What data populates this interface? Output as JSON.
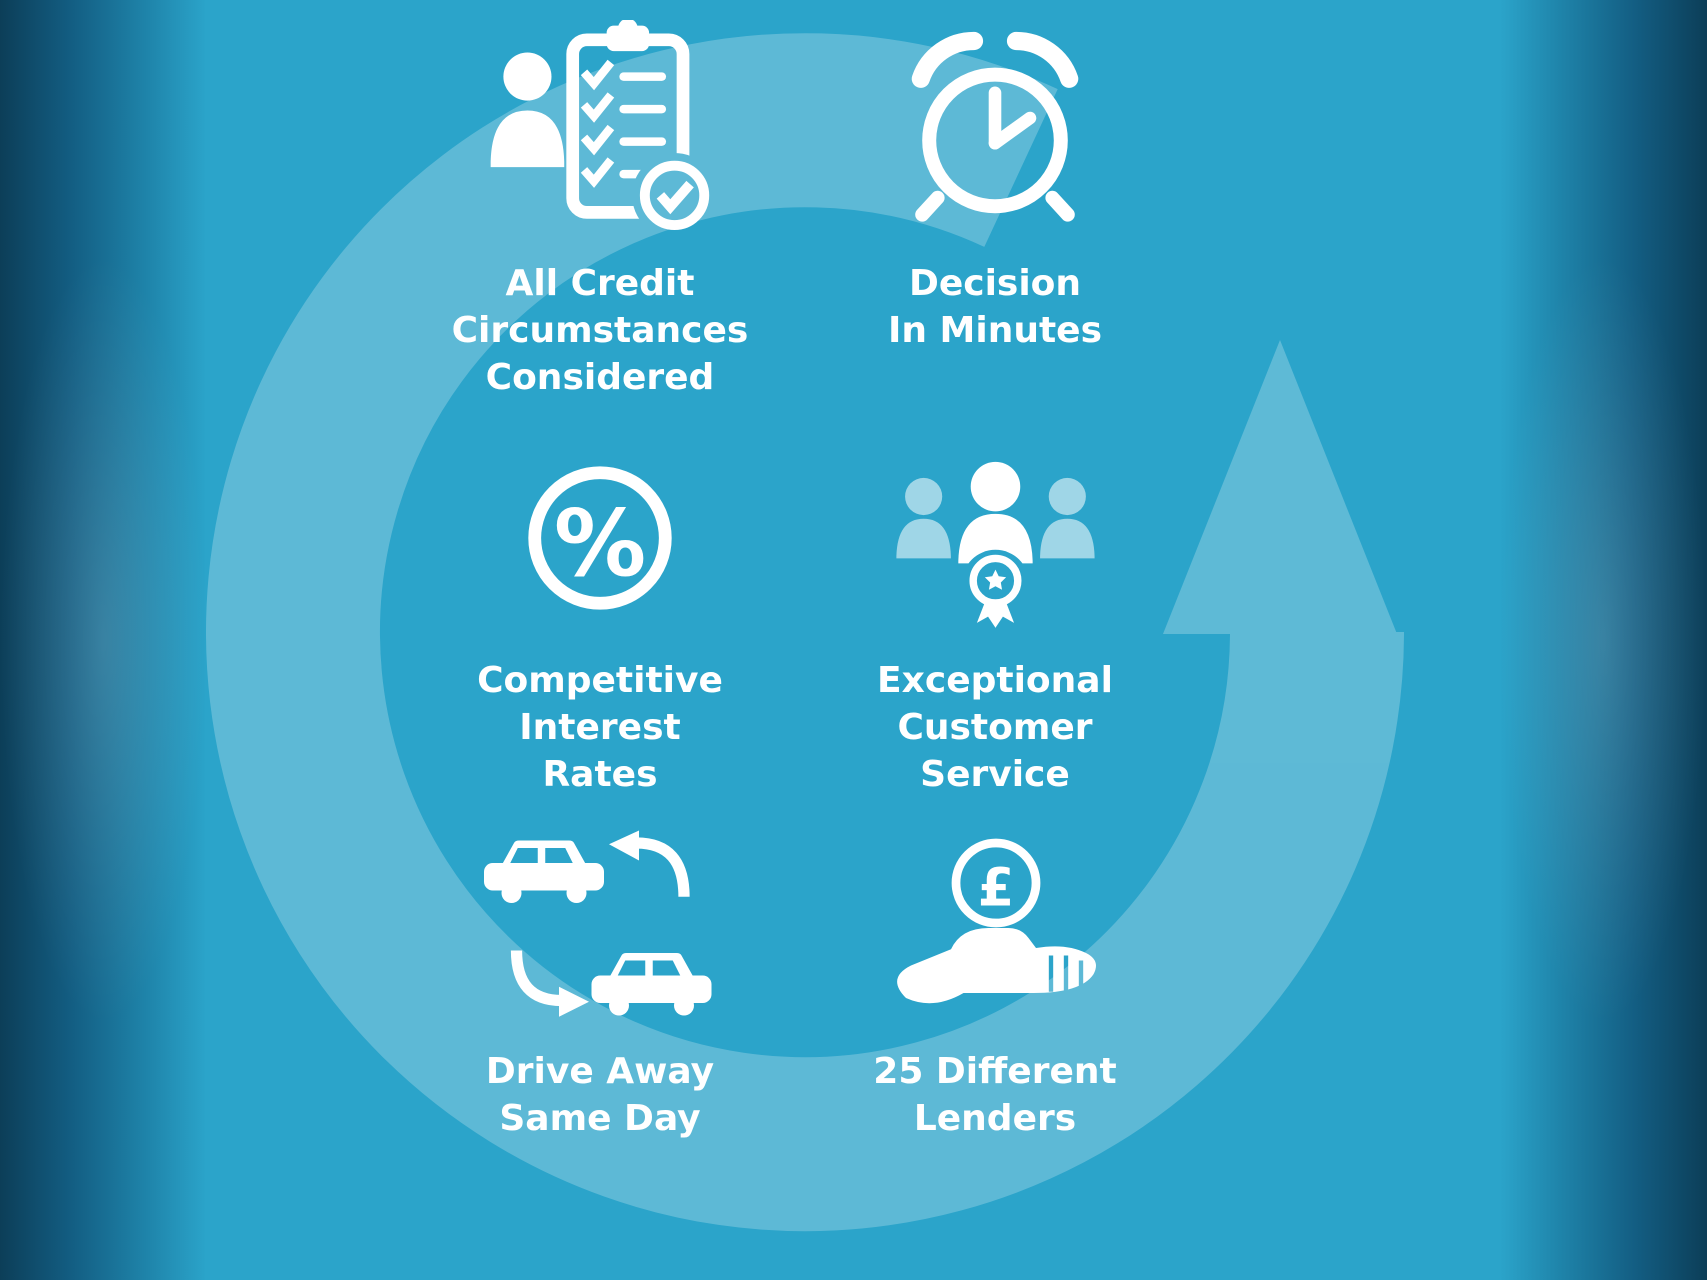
{
  "meta": {
    "type": "marketing-infographic",
    "background_color": "#2ba4ca",
    "edge_vignette_color": "#0c3e58",
    "cycle_arrow_color": "#ffffff",
    "cycle_arrow_opacity": "0.24",
    "text_color": "#ffffff",
    "muted_person_color": "rgba(255,255,255,0.55)"
  },
  "symbols": {
    "percent": "%",
    "pound": "£"
  },
  "features": [
    {
      "icon": "clipboard-checklist-icon",
      "lines": [
        "All Credit",
        "Circumstances",
        "Considered"
      ]
    },
    {
      "icon": "alarm-clock-icon",
      "lines": [
        "Decision",
        "In Minutes"
      ]
    },
    {
      "icon": "percent-circle-icon",
      "lines": [
        "Competitive",
        "Interest",
        "Rates"
      ]
    },
    {
      "icon": "customer-service-award-icon",
      "lines": [
        "Exceptional",
        "Customer",
        "Service"
      ]
    },
    {
      "icon": "car-exchange-icon",
      "lines": [
        "Drive Away",
        "Same Day"
      ]
    },
    {
      "icon": "pound-coin-hand-icon",
      "lines": [
        "25 Different",
        "Lenders"
      ]
    }
  ]
}
